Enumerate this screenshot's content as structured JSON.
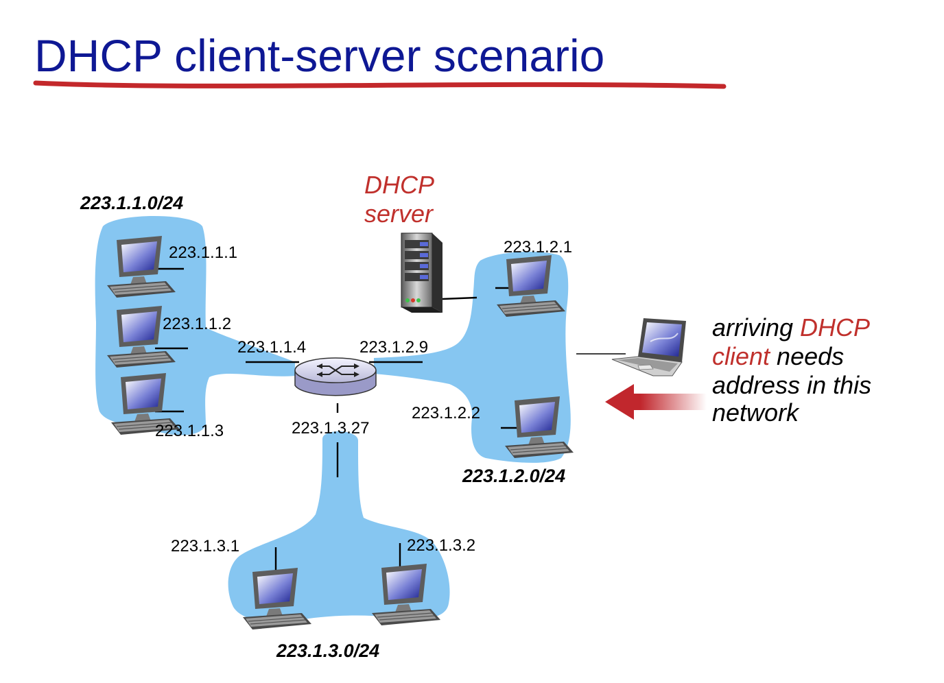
{
  "title": "DHCP client-server scenario",
  "colors": {
    "title": "#0e1894",
    "title_underline": "#c3282b",
    "network_fill": "#86c6f1",
    "highlight_text": "#c0302c",
    "arrow": "#c1272d"
  },
  "subnets": {
    "net1": "223.1.1.0/24",
    "net2": "223.1.2.0/24",
    "net3": "223.1.3.0/24"
  },
  "interfaces": {
    "h111": "223.1.1.1",
    "h112": "223.1.1.2",
    "h113": "223.1.1.3",
    "r114": "223.1.1.4",
    "r129": "223.1.2.9",
    "r1327": "223.1.3.27",
    "h121": "223.1.2.1",
    "h122": "223.1.2.2",
    "h131": "223.1.3.1",
    "h132": "223.1.3.2"
  },
  "server": {
    "line1": "DHCP",
    "line2": "server",
    "icon": "server-tower-icon"
  },
  "client_note": {
    "line1_a": "arriving ",
    "line1_b": "DHCP",
    "line2_a": "client",
    "line2_b": " needs",
    "line3": "address in this",
    "line4": "network"
  },
  "icons": [
    "desktop-computer-icon",
    "laptop-icon",
    "router-icon",
    "server-tower-icon",
    "arrow-left-icon"
  ]
}
